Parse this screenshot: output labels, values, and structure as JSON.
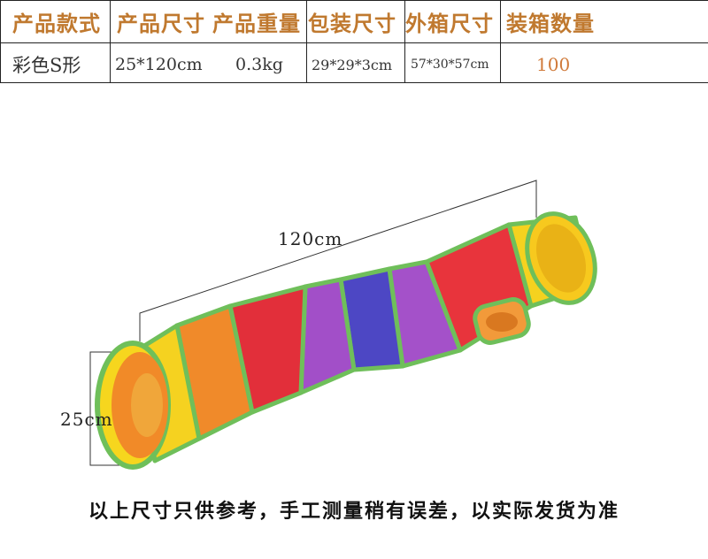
{
  "table": {
    "headers": [
      "产品款式",
      "产品尺寸",
      "产品重量",
      "包装尺寸",
      "外箱尺寸",
      "装箱数量"
    ],
    "row": {
      "style": "彩色S形",
      "size": "25*120cm",
      "weight": "0.3kg",
      "package": "29*29*3cm",
      "carton": "57*30*57cm",
      "quantity": "100"
    }
  },
  "figure": {
    "length_label": "120cm",
    "diameter_label": "25cm"
  },
  "footer": "以上尺寸只供参考，手工测量稍有误差，以实际发货为准",
  "colors": {
    "header_text": "#c0792f",
    "quantity_text": "#d07a3a",
    "trim": "#6fbf5a"
  }
}
